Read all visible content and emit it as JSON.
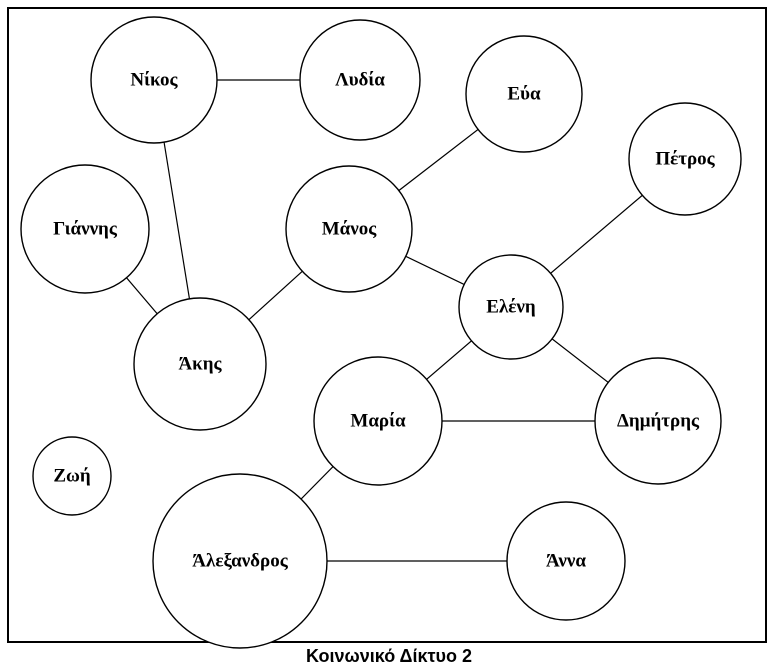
{
  "nodes": [
    {
      "id": "nikos",
      "label": "Νίκος"
    },
    {
      "id": "lydia",
      "label": "Λυδία"
    },
    {
      "id": "eva",
      "label": "Εύα"
    },
    {
      "id": "petros",
      "label": "Πέτρος"
    },
    {
      "id": "giannis",
      "label": "Γιάννης"
    },
    {
      "id": "manos",
      "label": "Μάνος"
    },
    {
      "id": "eleni",
      "label": "Ελένη"
    },
    {
      "id": "akis",
      "label": "Άκης"
    },
    {
      "id": "maria",
      "label": "Μαρία"
    },
    {
      "id": "dimitris",
      "label": "Δημήτρης"
    },
    {
      "id": "zoi",
      "label": "Ζωή"
    },
    {
      "id": "alexandros",
      "label": "Άλεξανδρος"
    },
    {
      "id": "anna",
      "label": "Άννα"
    }
  ],
  "edges": [
    [
      "nikos",
      "lydia"
    ],
    [
      "nikos",
      "akis"
    ],
    [
      "giannis",
      "akis"
    ],
    [
      "akis",
      "manos"
    ],
    [
      "manos",
      "eva"
    ],
    [
      "manos",
      "eleni"
    ],
    [
      "eleni",
      "petros"
    ],
    [
      "eleni",
      "dimitris"
    ],
    [
      "eleni",
      "maria"
    ],
    [
      "maria",
      "dimitris"
    ],
    [
      "maria",
      "alexandros"
    ],
    [
      "alexandros",
      "anna"
    ]
  ],
  "caption": "Κοινωνικό Δίκτυο 2"
}
